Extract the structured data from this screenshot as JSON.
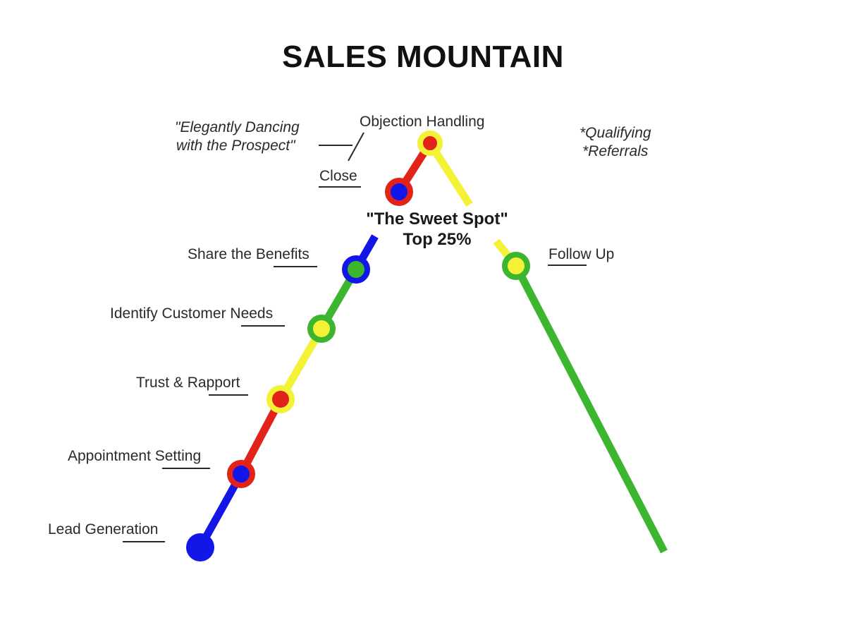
{
  "title": "SALES MOUNTAIN",
  "colors": {
    "blue": "#1216e6",
    "green": "#3cb52f",
    "yellow": "#f3f236",
    "red": "#e2231a",
    "text": "#2a2a2a"
  },
  "stages": {
    "lead_generation": "Lead Generation",
    "appointment_setting": "Appointment Setting",
    "trust_rapport": "Trust & Rapport",
    "identify_needs": "Identify Customer Needs",
    "share_benefits": "Share the Benefits",
    "close": "Close",
    "objection_handling": "Objection Handling",
    "follow_up": "Follow Up"
  },
  "quote": {
    "line1": "\"Elegantly Dancing",
    "line2": "with the Prospect\""
  },
  "notes": {
    "line1": "*Qualifying",
    "line2": "*Referrals"
  },
  "sweet_spot": {
    "line1": "\"The Sweet Spot\"",
    "line2": "Top 25%"
  }
}
